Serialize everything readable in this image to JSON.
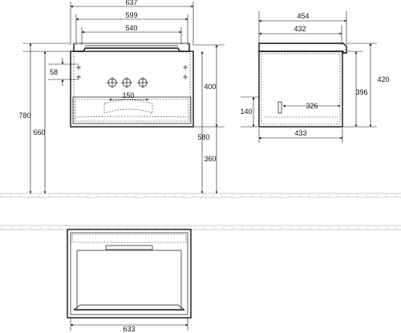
{
  "front_view": {
    "width_overall": "637",
    "width_top": "599",
    "width_drawer": "540",
    "siphon_spacing": "150",
    "offset_left": "58",
    "height_total": "780",
    "height_floor": "660",
    "height_body": "400",
    "height_mid": "580",
    "height_leg": "360"
  },
  "side_view": {
    "depth_overall": "454",
    "depth_top": "432",
    "depth_bottom": "433",
    "drawer_depth": "326",
    "drawer_height": "140",
    "height_outer": "420",
    "height_inner": "396"
  },
  "top_view": {
    "width_inner": "633"
  }
}
